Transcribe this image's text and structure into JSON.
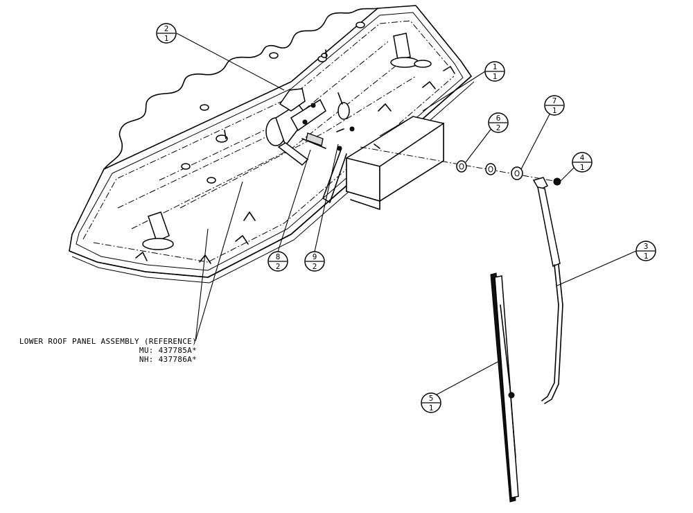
{
  "callouts": [
    {
      "id": "c2",
      "item": "2",
      "qty": "1"
    },
    {
      "id": "c1",
      "item": "1",
      "qty": "1"
    },
    {
      "id": "c7",
      "item": "7",
      "qty": "1"
    },
    {
      "id": "c6",
      "item": "6",
      "qty": "2"
    },
    {
      "id": "c4",
      "item": "4",
      "qty": "1"
    },
    {
      "id": "c3",
      "item": "3",
      "qty": "1"
    },
    {
      "id": "c8",
      "item": "8",
      "qty": "2"
    },
    {
      "id": "c9",
      "item": "9",
      "qty": "2"
    },
    {
      "id": "c5",
      "item": "5",
      "qty": "1"
    }
  ],
  "reference": {
    "line1": "LOWER ROOF PANEL ASSEMBLY (REFERENCE)",
    "line2": "MU: 437785A*",
    "line3": "NH: 437786A*"
  }
}
